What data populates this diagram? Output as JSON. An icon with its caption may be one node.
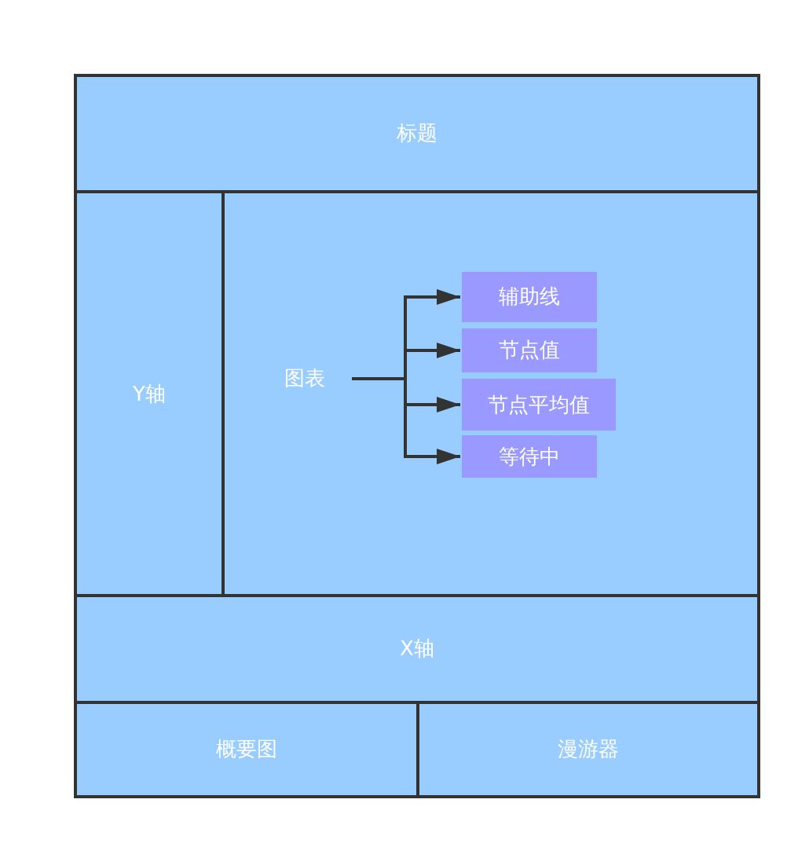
{
  "diagram": {
    "nodes": [
      {
        "text": [
          "标题"
        ]
      },
      {
        "text": [
          "Y轴"
        ]
      },
      {
        "text": [],
        "shape": "box"
      },
      {
        "text": [
          "图表"
        ],
        "in": 2
      },
      {
        "text": [
          "辅助线"
        ],
        "in": 2
      },
      {
        "text": [
          "节点值"
        ],
        "in": 2
      },
      {
        "text": [
          "节点平均值"
        ],
        "in": 2
      },
      {
        "text": [
          "等待中"
        ],
        "in": 2
      },
      {
        "text": [
          "X轴"
        ]
      },
      {
        "text": [
          "概要图"
        ]
      },
      {
        "text": [
          "漫游器"
        ]
      }
    ],
    "edges": [
      {
        "from": 3,
        "to": 4,
        "arrow": "to"
      },
      {
        "from": 3,
        "to": 5,
        "arrow": "to"
      },
      {
        "from": 3,
        "to": 6,
        "arrow": "to"
      },
      {
        "from": 3,
        "to": 7,
        "arrow": "to"
      }
    ]
  }
}
